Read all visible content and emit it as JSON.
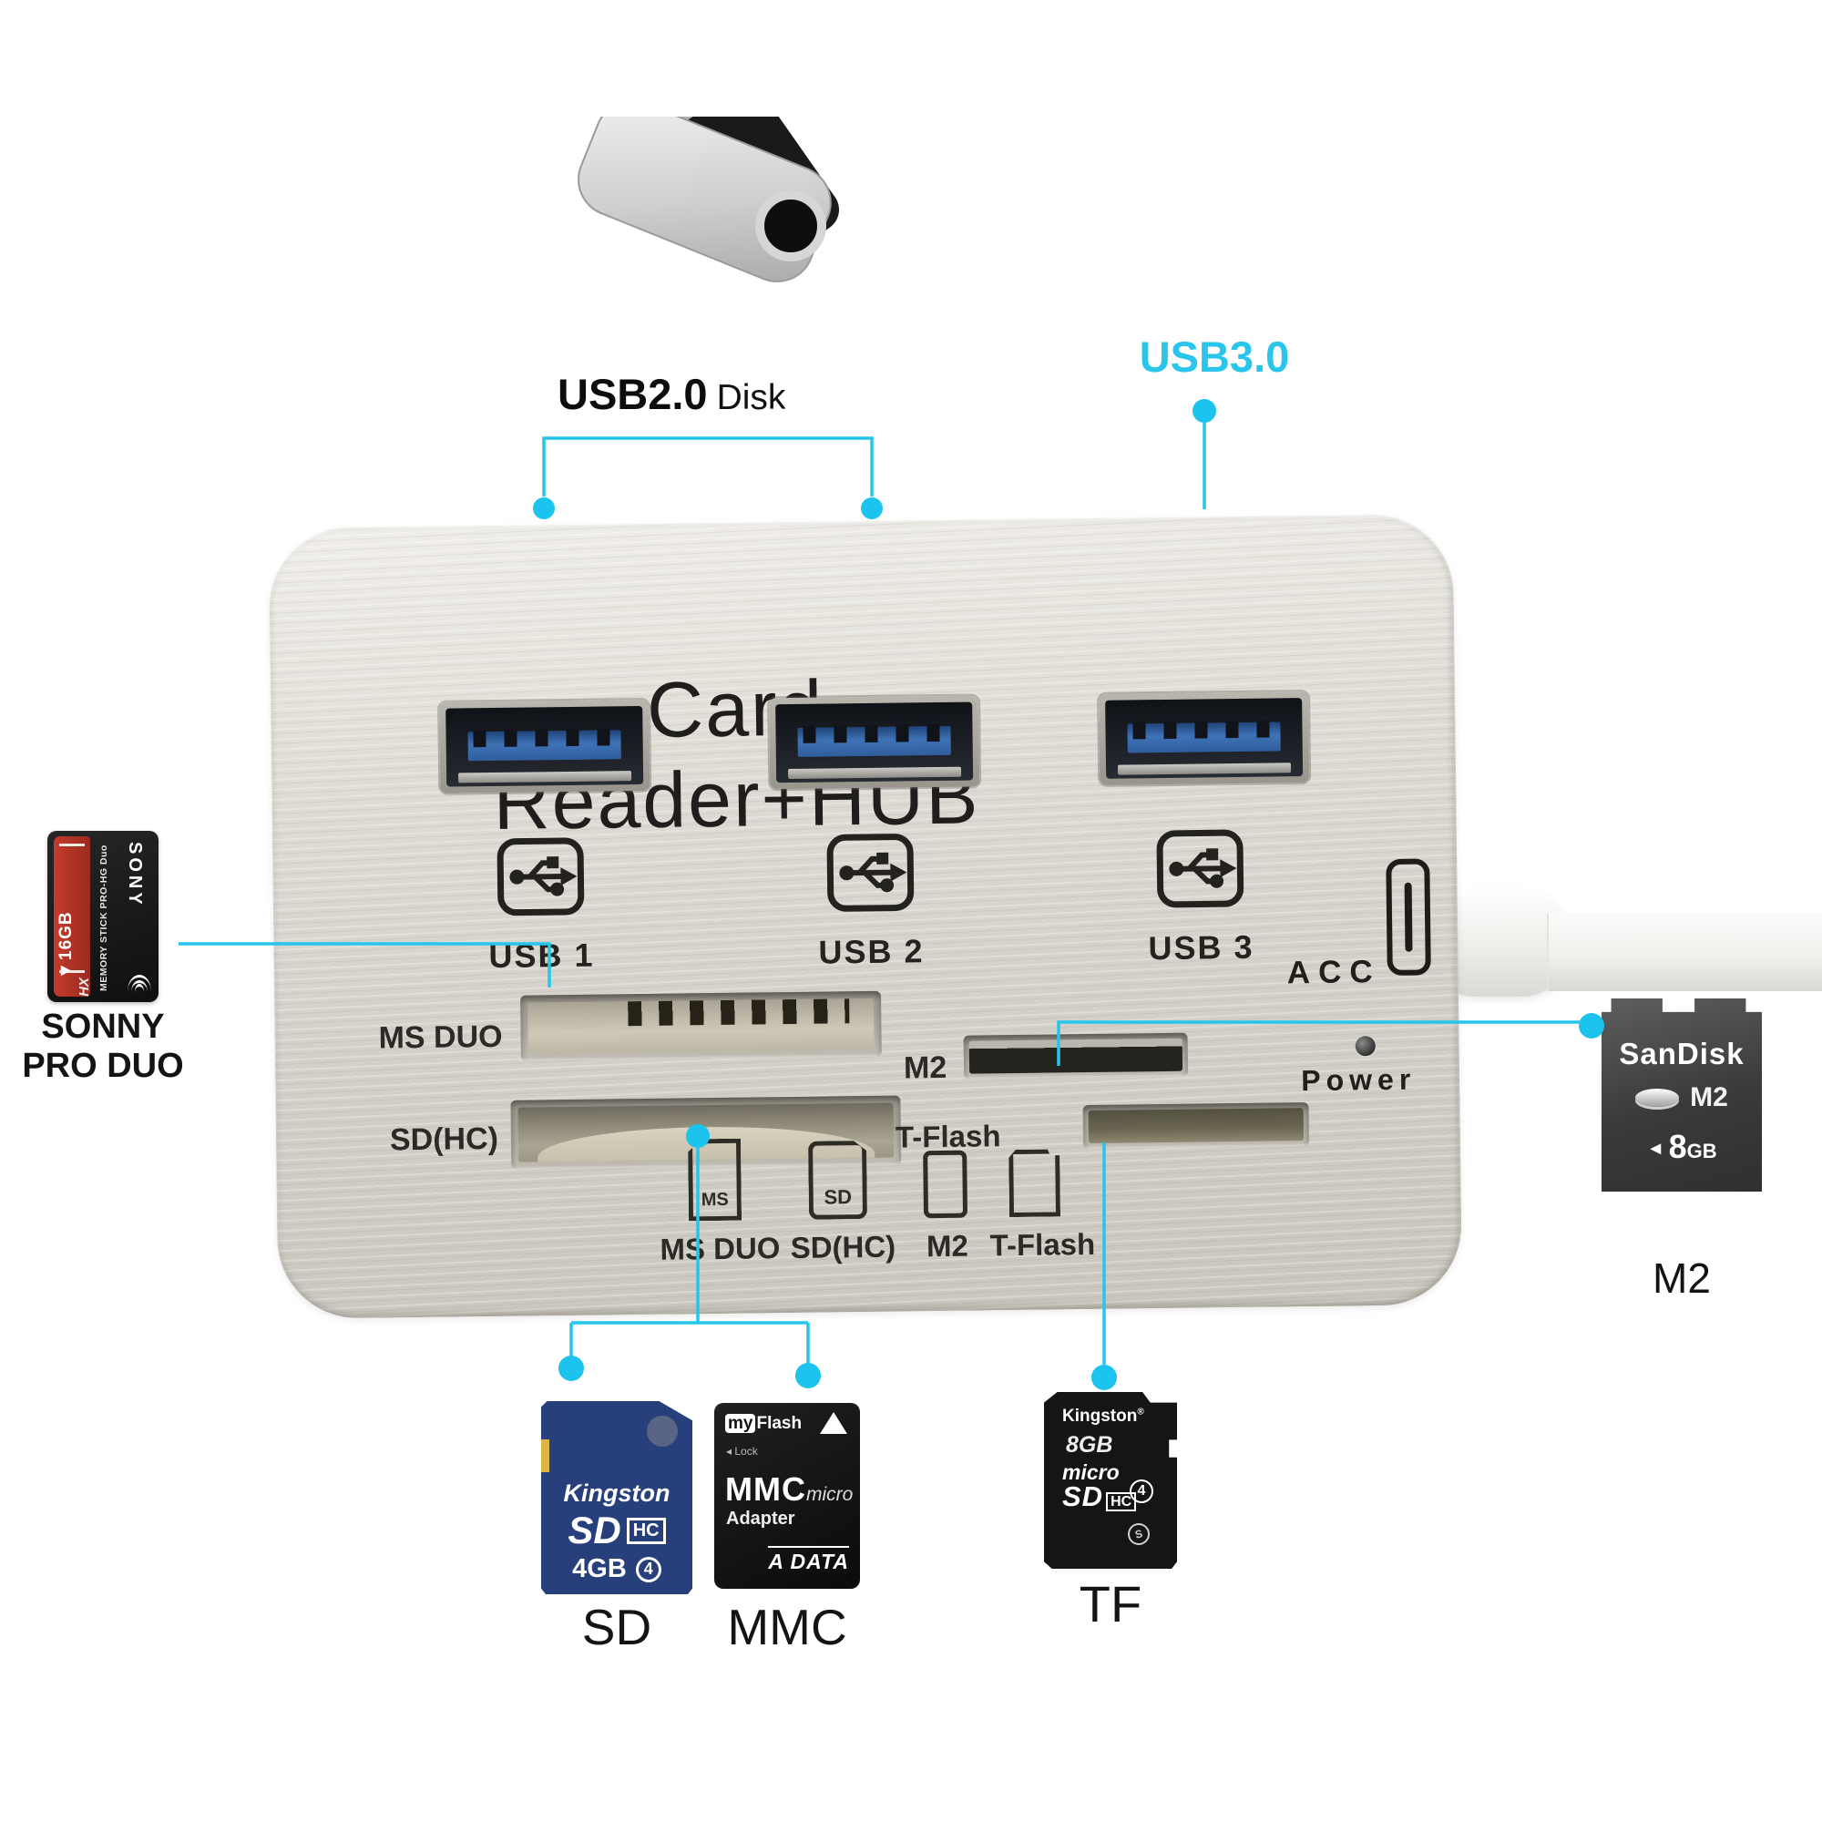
{
  "colors": {
    "accent": "#25c6ec",
    "device_text": "#2b2a26",
    "usb3_label": "#29c5ea"
  },
  "icons": {
    "usb_trident": "usb-trident-icon",
    "acc_port": "acc-port-outline-icon",
    "power_led": "power-led-hole",
    "ms_duo_card": "ms-duo-card-outline-icon",
    "sd_card": "sd-card-outline-icon",
    "m2_card": "m2-card-outline-icon",
    "t_flash_card": "t-flash-card-outline-icon",
    "callout": "cyan-callout-line"
  },
  "top": {
    "usb2_bold": "USB2.0",
    "usb2_light": "Disk",
    "usb3": "USB3.0"
  },
  "device": {
    "title": "Card Reader+HUB",
    "usb_labels": [
      "USB 1",
      "USB 2",
      "USB 3"
    ],
    "slot_labels": {
      "ms_duo": "MS DUO",
      "m2": "M2",
      "sd": "SD(HC)",
      "t_flash": "T-Flash"
    },
    "icon_glyphs": {
      "ms": "MS",
      "sd": "SD"
    },
    "icon_labels": [
      "MS DUO",
      "SD(HC)",
      "M2",
      "T-Flash"
    ],
    "acc": "ACC",
    "power": "Power"
  },
  "cards": {
    "sony": {
      "capacity": "◄16GB",
      "series": "MEMORY STICK PRO-HG Duo",
      "brand": "SONY",
      "hx": "HX",
      "caption1": "SONNY",
      "caption2": "PRO DUO"
    },
    "sandisk": {
      "brand": "SanDisk",
      "type": "M2",
      "arrow": "◄",
      "capacity": "8",
      "unit": "GB",
      "caption": "M2"
    },
    "sd": {
      "brand": "Kingston",
      "logo": "SD",
      "logo_sub": "HC",
      "capacity": "4GB",
      "class": "4",
      "caption": "SD"
    },
    "mmc": {
      "logo_a": "my",
      "logo_b": "Flash",
      "lock": "◂ Lock",
      "title": "MMC",
      "title_sub": "micro",
      "subtitle": "Adapter",
      "brand": "A DATA",
      "caption": "MMC"
    },
    "tf": {
      "brand": "Kingston",
      "reg": "®",
      "capacity": "8GB",
      "micro": "micro",
      "logo": "SD",
      "logo_sub": "HC",
      "class": "4",
      "s_mark": "S",
      "caption": "TF"
    }
  }
}
